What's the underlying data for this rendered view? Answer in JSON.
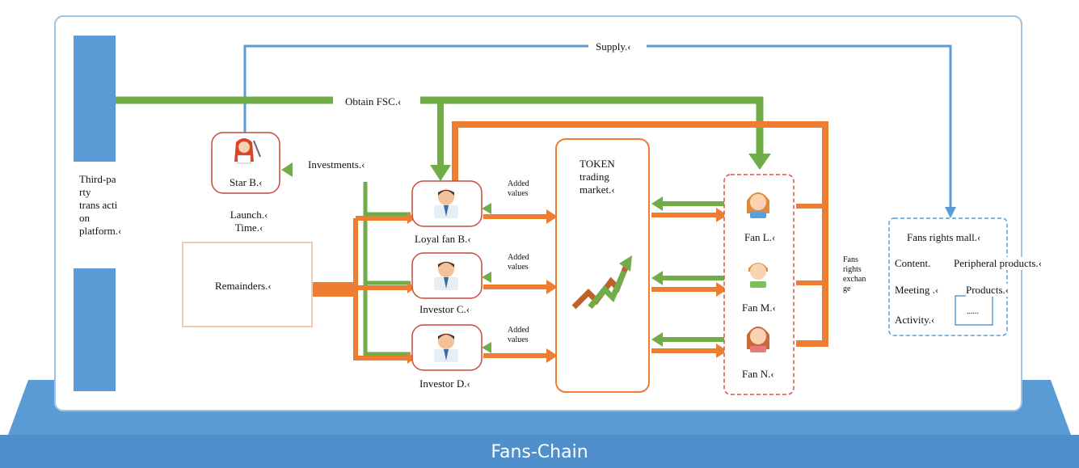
{
  "platform": {
    "name": "Fans-Chain"
  },
  "third_party": {
    "label": "Third-pa\nrty\ntrans acti\non\nplatform.‹"
  },
  "star": {
    "name": "Star B.‹",
    "launch_time": "Launch.‹\nTime.‹"
  },
  "remainders": {
    "label": "Remainders.‹"
  },
  "investments": {
    "label": "Investments.‹"
  },
  "flows": {
    "supply": "Supply.‹",
    "obtain_fsc": "Obtain FSC.‹"
  },
  "holders": [
    {
      "name": "Loyal fan B.‹",
      "added": "Added\nvalues"
    },
    {
      "name": "Investor C.‹",
      "added": "Added\nvalues"
    },
    {
      "name": "Investor D.‹",
      "added": "Added\nvalues"
    }
  ],
  "market": {
    "label": "TOKEN\ntrading\nmarket.‹"
  },
  "fans": [
    {
      "name": "Fan L.‹"
    },
    {
      "name": "Fan M.‹"
    },
    {
      "name": "Fan N.‹"
    }
  ],
  "exchange": {
    "label": "Fans\nrights\nexchan\nge"
  },
  "mall": {
    "title": "Fans rights mall.‹",
    "items": [
      {
        "left": "Content.",
        "right": "Peripheral products.‹"
      },
      {
        "left": "Meeting .‹",
        "right": "Products.‹"
      },
      {
        "left": "Activity.‹",
        "right": "......"
      }
    ]
  },
  "colors": {
    "blue": "#5b9bd5",
    "green": "#70ad47",
    "orange": "#ed7d31",
    "red": "#c0504d"
  }
}
